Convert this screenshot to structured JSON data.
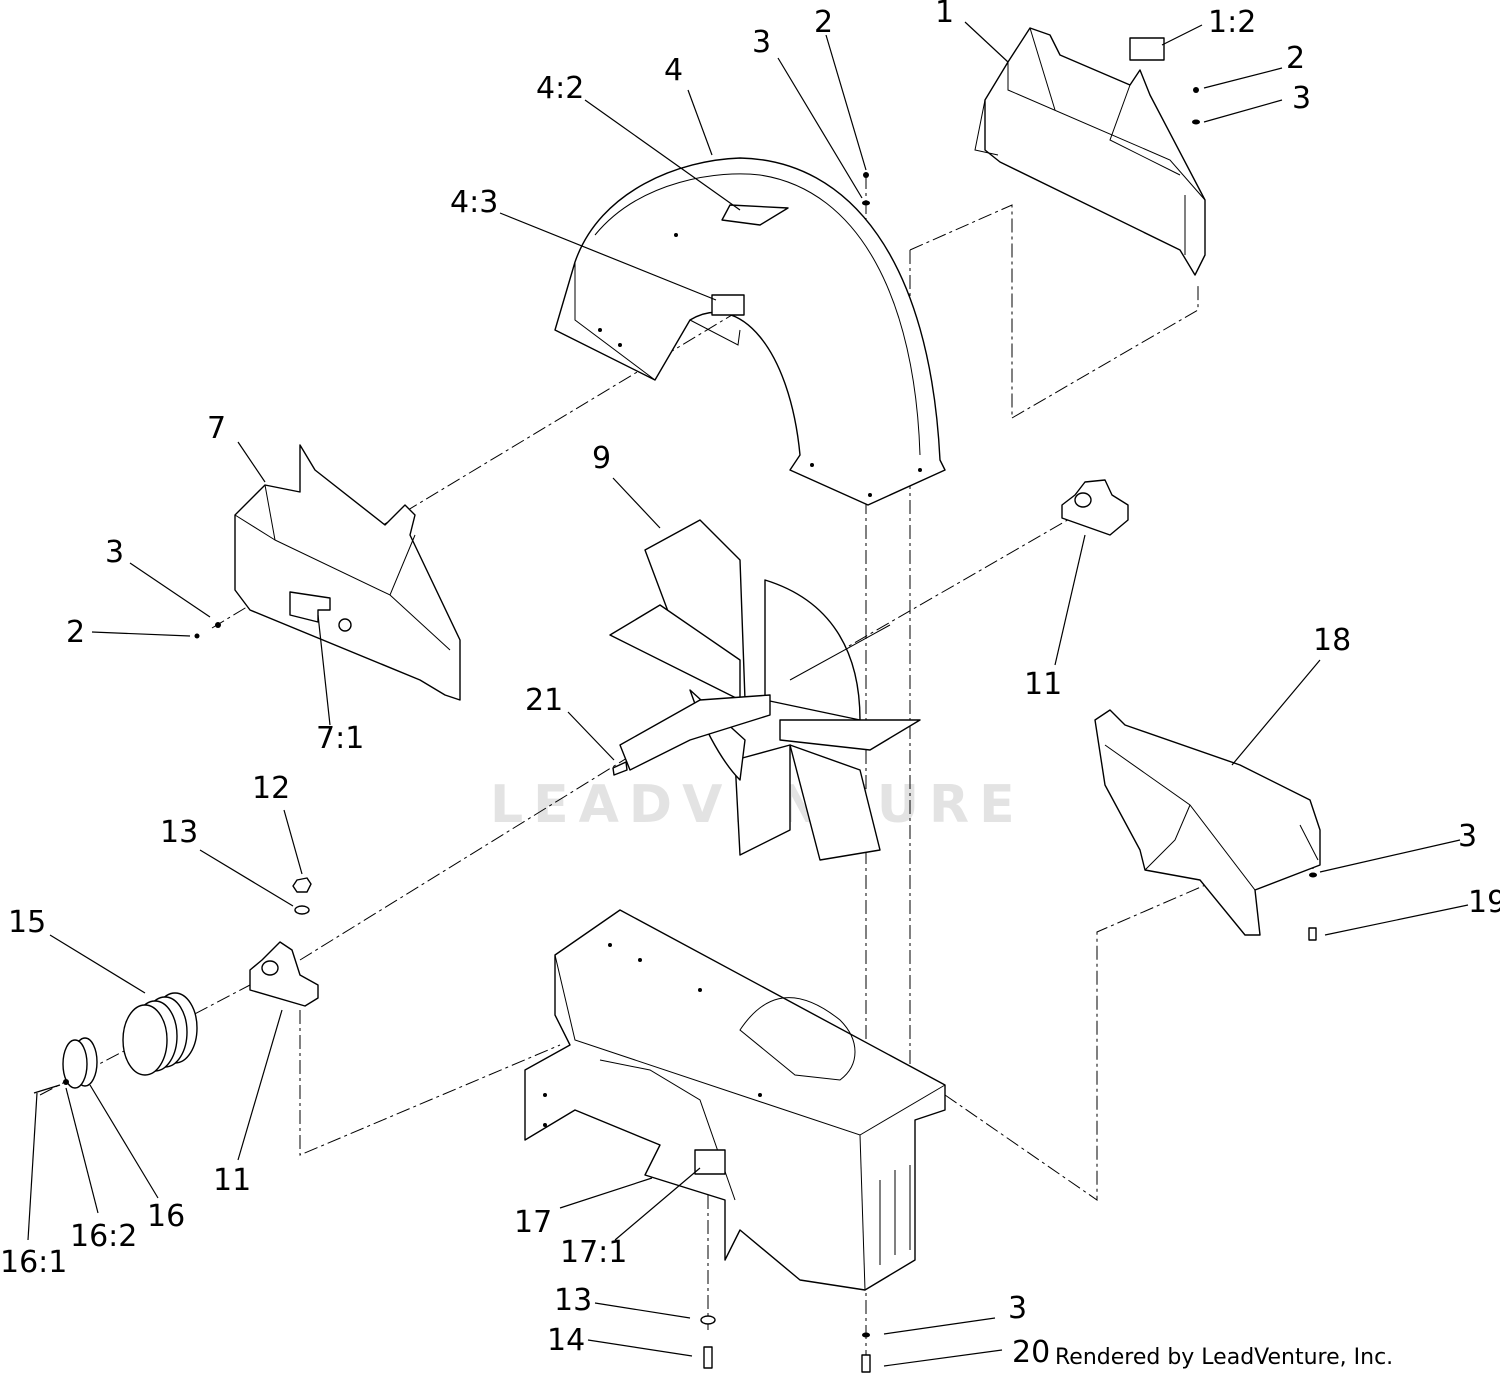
{
  "callouts": [
    {
      "id": "c1",
      "text": "1"
    },
    {
      "id": "c1_2",
      "text": "1:2"
    },
    {
      "id": "c2a",
      "text": "2"
    },
    {
      "id": "c3a",
      "text": "3"
    },
    {
      "id": "c2b",
      "text": "2"
    },
    {
      "id": "c3b",
      "text": "3"
    },
    {
      "id": "c4",
      "text": "4"
    },
    {
      "id": "c4_2",
      "text": "4:2"
    },
    {
      "id": "c4_3",
      "text": "4:3"
    },
    {
      "id": "c7",
      "text": "7"
    },
    {
      "id": "c3c",
      "text": "3"
    },
    {
      "id": "c2c",
      "text": "2"
    },
    {
      "id": "c7_1",
      "text": "7:1"
    },
    {
      "id": "c9",
      "text": "9"
    },
    {
      "id": "c11a",
      "text": "11"
    },
    {
      "id": "c18",
      "text": "18"
    },
    {
      "id": "c21",
      "text": "21"
    },
    {
      "id": "c12",
      "text": "12"
    },
    {
      "id": "c13a",
      "text": "13"
    },
    {
      "id": "c15",
      "text": "15"
    },
    {
      "id": "c11b",
      "text": "11"
    },
    {
      "id": "c16",
      "text": "16"
    },
    {
      "id": "c16_2",
      "text": "16:2"
    },
    {
      "id": "c16_1",
      "text": "16:1"
    },
    {
      "id": "c3d",
      "text": "3"
    },
    {
      "id": "c19",
      "text": "19"
    },
    {
      "id": "c17",
      "text": "17"
    },
    {
      "id": "c17_1",
      "text": "17:1"
    },
    {
      "id": "c13b",
      "text": "13"
    },
    {
      "id": "c14",
      "text": "14"
    },
    {
      "id": "c3e",
      "text": "3"
    },
    {
      "id": "c20",
      "text": "20"
    }
  ],
  "credit": "Rendered by LeadVenture, Inc.",
  "watermark": "LEADVENTURE"
}
